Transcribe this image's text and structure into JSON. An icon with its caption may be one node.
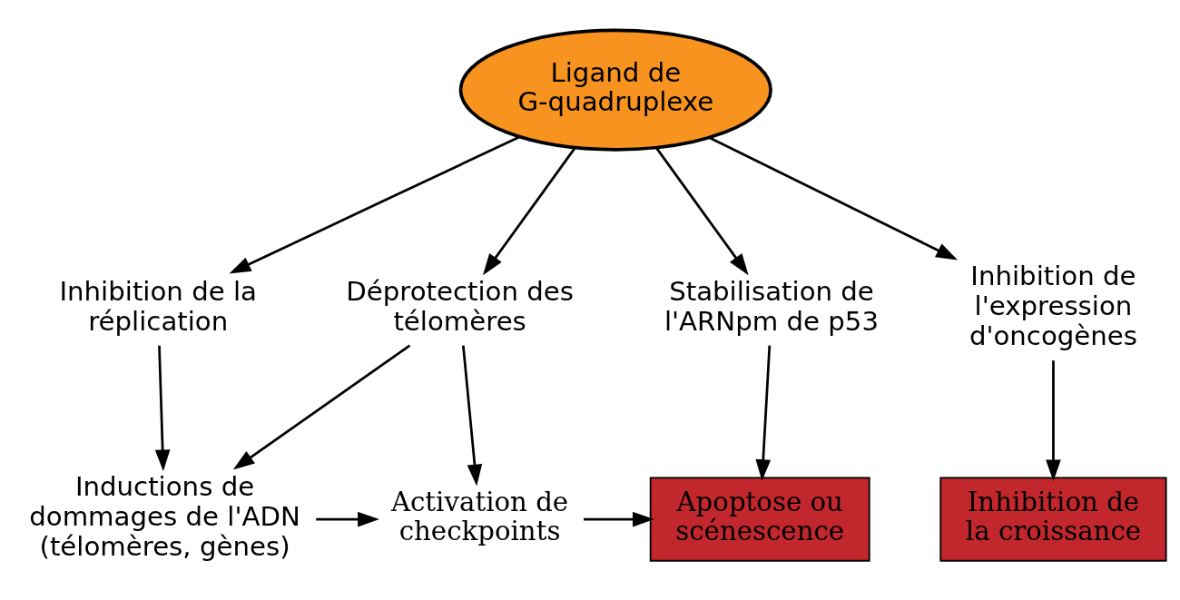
{
  "diagram": {
    "nodes": [
      {
        "text": [
          "Ligand de G-quadruplexe"
        ]
      },
      {
        "text": [
          "Inhibition de la réplication"
        ]
      },
      {
        "text": [
          "Déprotection des télomères"
        ]
      },
      {
        "text": [
          "Stabilisation de l'ARNpm de p53"
        ]
      },
      {
        "text": [
          "Inhibition de l'expression d'oncogènes"
        ]
      },
      {
        "text": [
          "Inductions de dommages de l'ADN (télomères, gènes)"
        ]
      },
      {
        "text": [
          "Activation de checkpoints"
        ]
      },
      {
        "text": [
          "Apoptose ou scénescence"
        ]
      },
      {
        "text": [
          "Inhibition de la croissance"
        ]
      }
    ],
    "edges": [
      {
        "from": 0,
        "to": 1,
        "arrow": "to"
      },
      {
        "from": 0,
        "to": 2,
        "arrow": "to"
      },
      {
        "from": 0,
        "to": 3,
        "arrow": "to"
      },
      {
        "from": 0,
        "to": 4,
        "arrow": "to"
      },
      {
        "from": 1,
        "to": 5,
        "arrow": "to"
      },
      {
        "from": 2,
        "to": 5,
        "arrow": "to"
      },
      {
        "from": 2,
        "to": 6,
        "arrow": "to"
      },
      {
        "from": 3,
        "to": 7,
        "arrow": "to"
      },
      {
        "from": 4,
        "to": 8,
        "arrow": "to"
      },
      {
        "from": 5,
        "to": 6,
        "arrow": "to"
      },
      {
        "from": 6,
        "to": 7,
        "arrow": "to"
      }
    ]
  }
}
